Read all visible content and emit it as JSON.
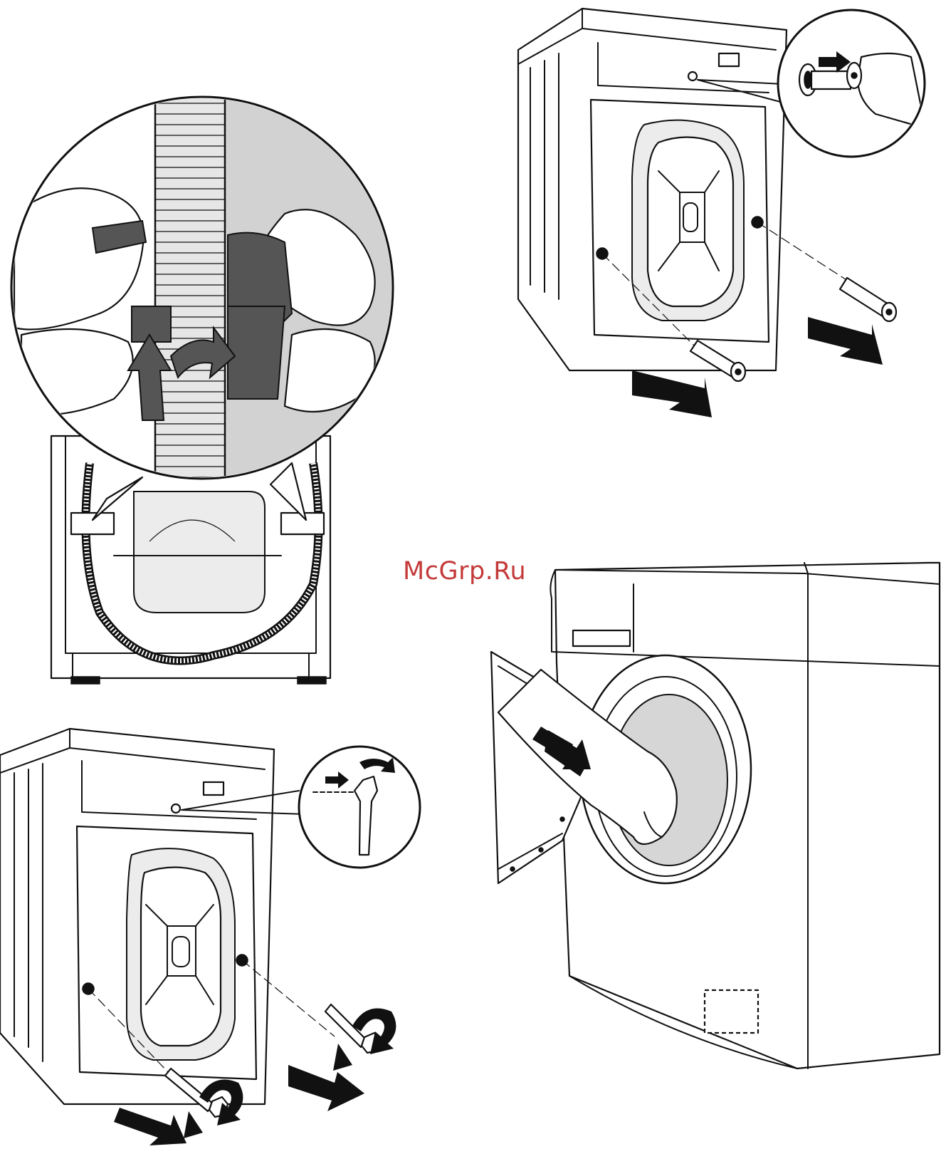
{
  "document": {
    "watermark": "McGrp.Ru"
  },
  "panels": [
    {
      "id": "hose-clip",
      "description_icon": "hose-clip-removal"
    },
    {
      "id": "transport-plugs",
      "description_icon": "plug-insertion"
    },
    {
      "id": "transit-bolts",
      "description_icon": "bolt-removal"
    },
    {
      "id": "drum-check",
      "description_icon": "drum-packaging-removal"
    }
  ]
}
